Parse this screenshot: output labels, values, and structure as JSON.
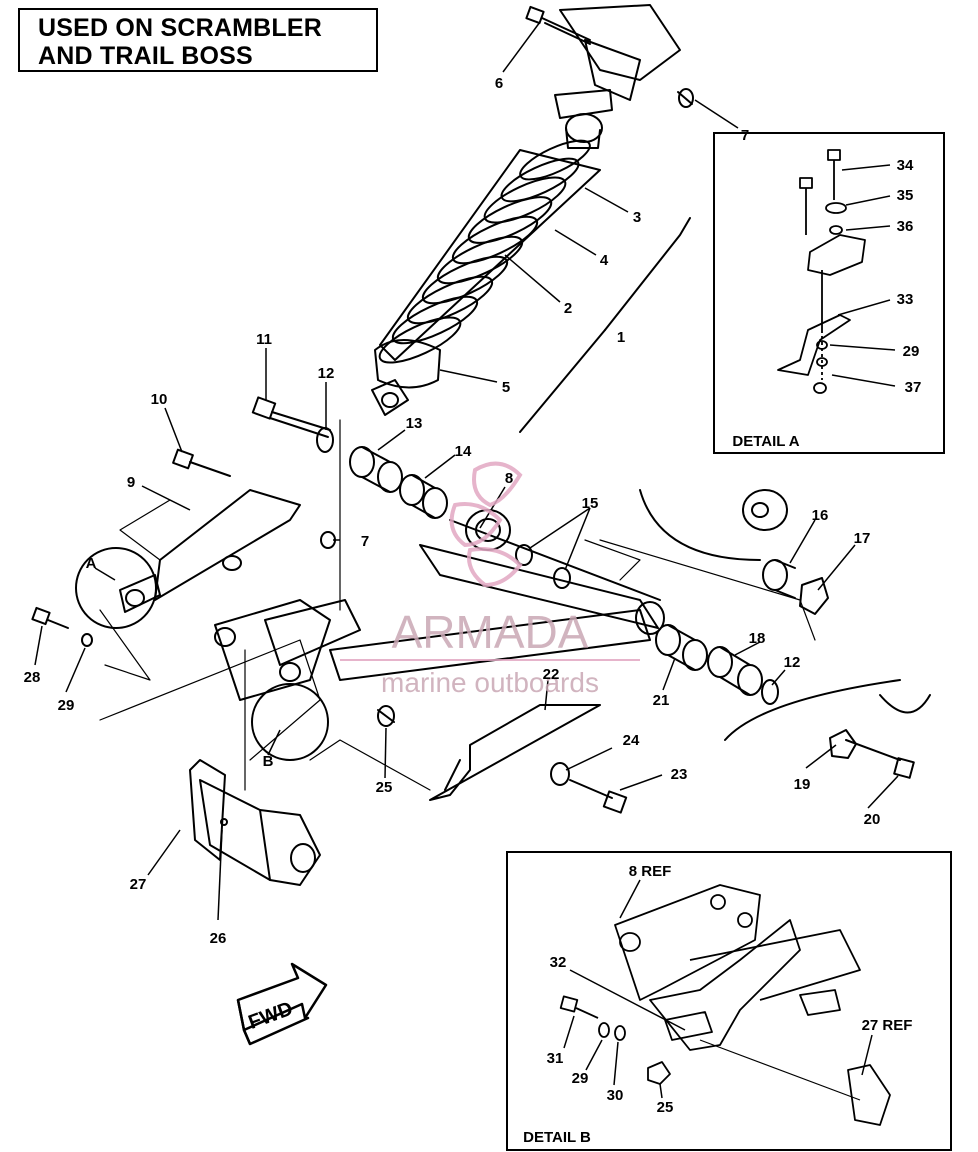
{
  "title": {
    "line1": "USED ON SCRAMBLER",
    "line2": "AND TRAIL BOSS"
  },
  "callouts": {
    "c1": "1",
    "c2": "2",
    "c3": "3",
    "c4": "4",
    "c5": "5",
    "c6": "6",
    "c7a": "7",
    "c7b": "7",
    "c8": "8",
    "c9": "9",
    "c10": "10",
    "c11": "11",
    "c12a": "12",
    "c12b": "12",
    "c13": "13",
    "c14": "14",
    "c15": "15",
    "c16": "16",
    "c17": "17",
    "c18": "18",
    "c19": "19",
    "c20": "20",
    "c21": "21",
    "c22": "22",
    "c23": "23",
    "c24": "24",
    "c25": "25",
    "c26": "26",
    "c27": "27",
    "c28": "28",
    "c29": "29",
    "cA": "A",
    "cB": "B"
  },
  "detail_a": {
    "label": "DETAIL A",
    "c34": "34",
    "c35": "35",
    "c36": "36",
    "c33": "33",
    "c29": "29",
    "c37": "37"
  },
  "detail_b": {
    "label": "DETAIL B",
    "c8ref": "8 REF",
    "c32": "32",
    "c27ref": "27 REF",
    "c31": "31",
    "c29": "29",
    "c30": "30",
    "c25": "25"
  },
  "fwd_arrow": {
    "label": "FWD"
  },
  "watermark": {
    "brand": "ARMADA",
    "tagline": "marine outboards"
  }
}
